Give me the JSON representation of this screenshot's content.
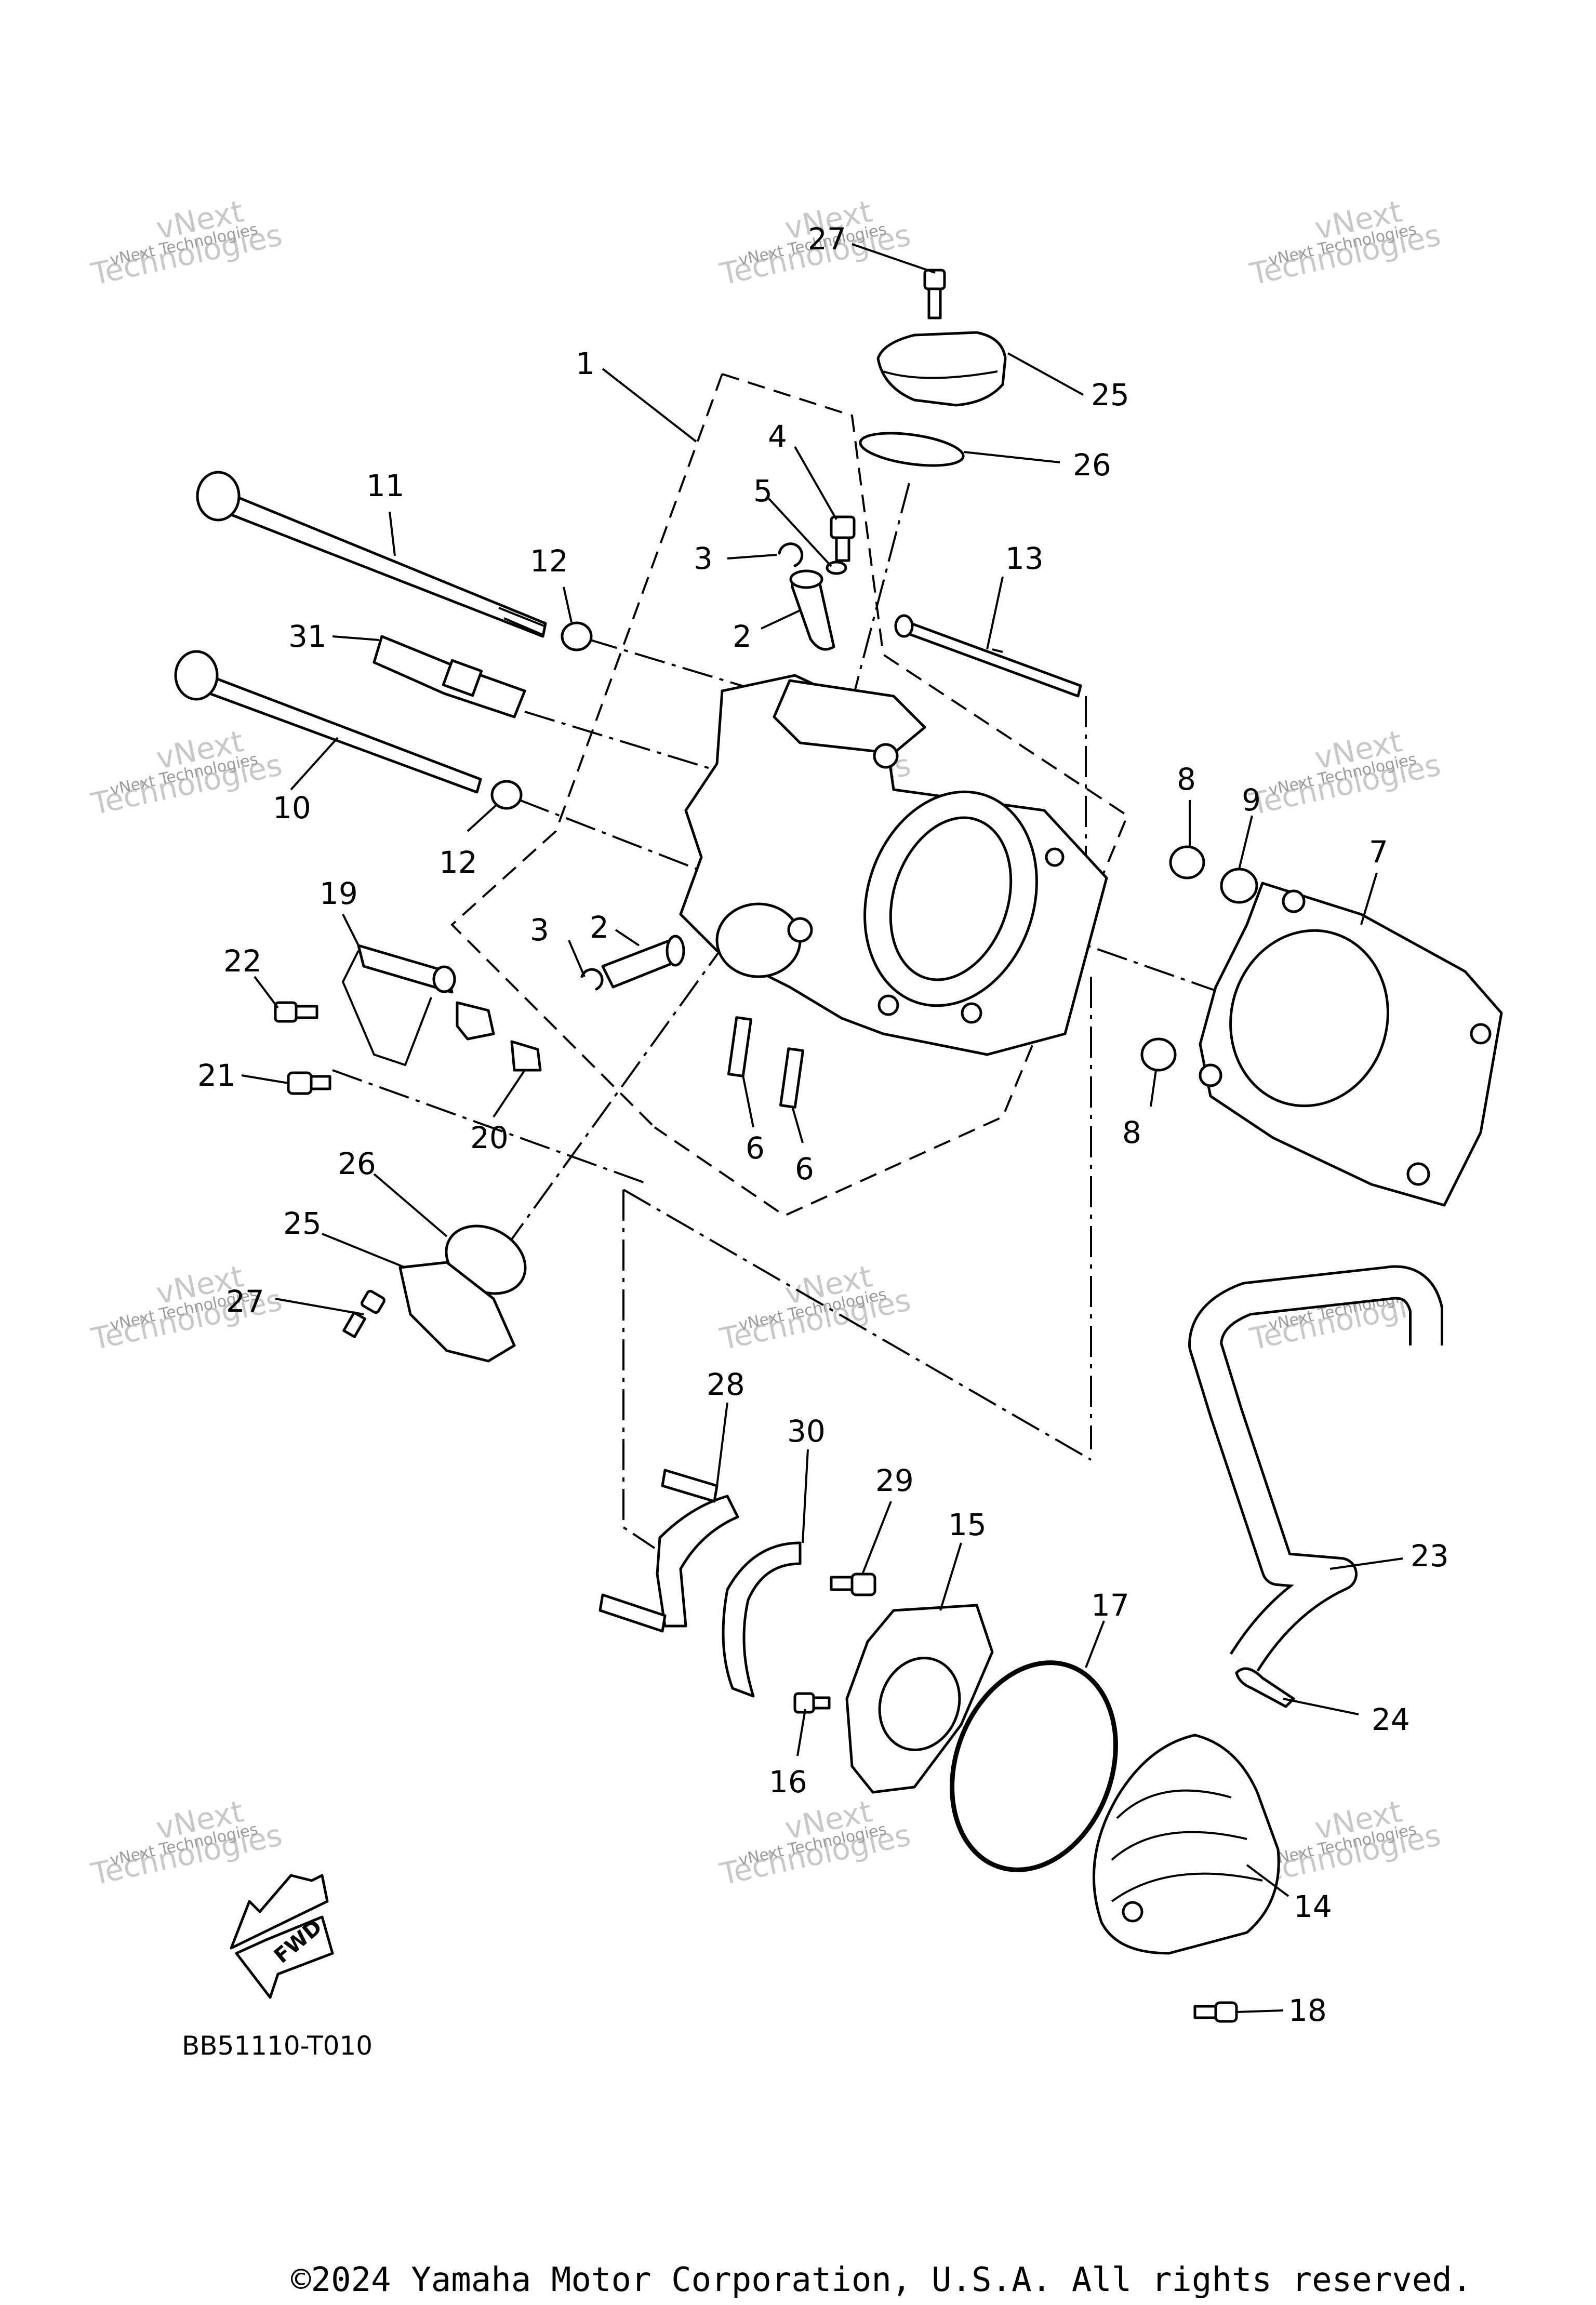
{
  "diagram": {
    "callouts": [
      "1",
      "2",
      "3",
      "4",
      "5",
      "6",
      "7",
      "8",
      "9",
      "10",
      "11",
      "12",
      "13",
      "14",
      "15",
      "16",
      "17",
      "18",
      "19",
      "20",
      "21",
      "22",
      "23",
      "24",
      "25",
      "26",
      "27",
      "28",
      "29",
      "30",
      "31"
    ],
    "watermark": {
      "line1": "vNext",
      "line2": "Technologies",
      "combined": "vNext Technologies"
    },
    "diagram_code": "BB51110-T010",
    "fwd_label": "FWD",
    "copyright": "©2024 Yamaha Motor Corporation, U.S.A. All rights reserved."
  }
}
